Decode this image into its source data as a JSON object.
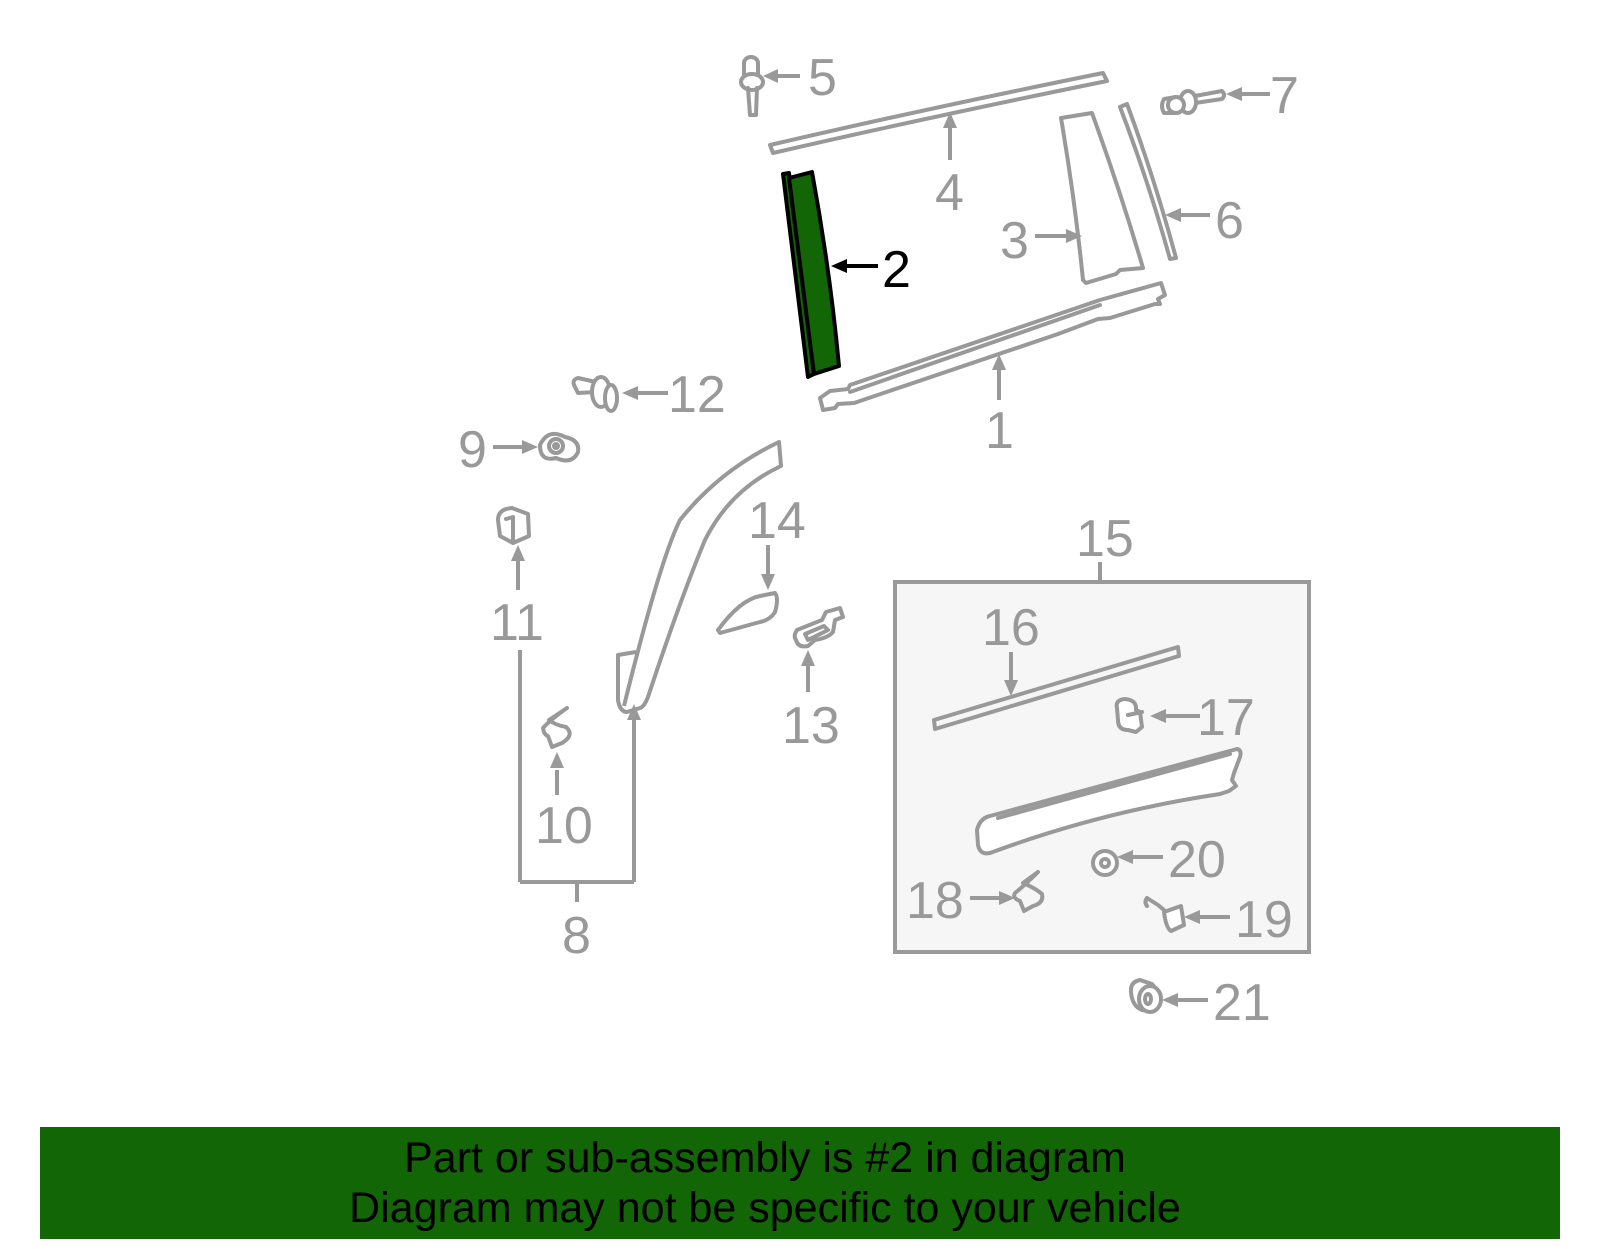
{
  "diagram": {
    "highlight_color": "#126606",
    "line_color": "#999999",
    "highlighted_part": "2",
    "callouts": [
      {
        "id": "1",
        "label": "1",
        "part": "window-belt-molding"
      },
      {
        "id": "2",
        "label": "2",
        "part": "applique-pillar-trim",
        "highlighted": true
      },
      {
        "id": "3",
        "label": "3",
        "part": "pillar-garnish"
      },
      {
        "id": "4",
        "label": "4",
        "part": "roof-drip-molding"
      },
      {
        "id": "5",
        "label": "5",
        "part": "clip"
      },
      {
        "id": "6",
        "label": "6",
        "part": "door-frame-seal-strip"
      },
      {
        "id": "7",
        "label": "7",
        "part": "clip"
      },
      {
        "id": "8",
        "label": "8",
        "part": "wheel-arch-molding-assembly"
      },
      {
        "id": "9",
        "label": "9",
        "part": "nut"
      },
      {
        "id": "10",
        "label": "10",
        "part": "clip"
      },
      {
        "id": "11",
        "label": "11",
        "part": "clip"
      },
      {
        "id": "12",
        "label": "12",
        "part": "clip"
      },
      {
        "id": "13",
        "label": "13",
        "part": "clip"
      },
      {
        "id": "14",
        "label": "14",
        "part": "pad"
      },
      {
        "id": "15",
        "label": "15",
        "part": "body-side-molding-kit"
      },
      {
        "id": "16",
        "label": "16",
        "part": "tape"
      },
      {
        "id": "17",
        "label": "17",
        "part": "clip"
      },
      {
        "id": "18",
        "label": "18",
        "part": "clip"
      },
      {
        "id": "19",
        "label": "19",
        "part": "clip"
      },
      {
        "id": "20",
        "label": "20",
        "part": "nut"
      },
      {
        "id": "21",
        "label": "21",
        "part": "nut"
      }
    ]
  },
  "banner": {
    "line1": "Part or sub-assembly is #2 in diagram",
    "line2": "Diagram may not be specific to your vehicle",
    "background": "#126606"
  }
}
